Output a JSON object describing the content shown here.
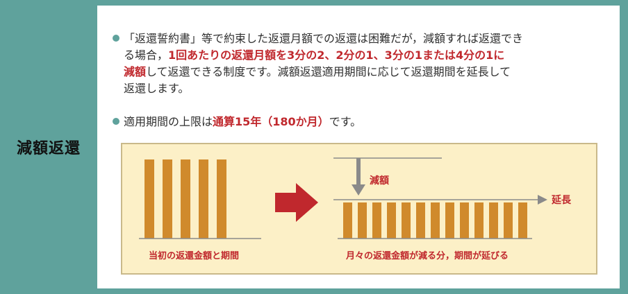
{
  "title": "減額返還",
  "bullet1": {
    "line1": "「返還誓約書」等で約束した返還月額での返還は困難だが，減額すれば返還でき",
    "line2_a": "る場合，",
    "line2_red": "1回あたりの返還月額を3分の2、2分の1、3分の1または4分の1に",
    "line3_red": "減額",
    "line3_b": "して返還できる制度です。減額返還適用期間に応じて返還期間を延長して",
    "line4": "返還します。"
  },
  "bullet2": {
    "a": "適用期間の上限は",
    "red": "通算15年（180か月）",
    "b": "です。"
  },
  "diagram": {
    "before_caption": "当初の返還金額と期間",
    "after_caption": "月々の返還金額が減る分，期間が延びる",
    "reduce_label": "減額",
    "extend_label": "延長",
    "before_bars": 5,
    "after_bars": 13,
    "colors": {
      "bar": "#d08a2c",
      "arrow": "#c0282d",
      "gray_arrow": "#8a8a8a",
      "teal": "#5fa29c"
    }
  }
}
